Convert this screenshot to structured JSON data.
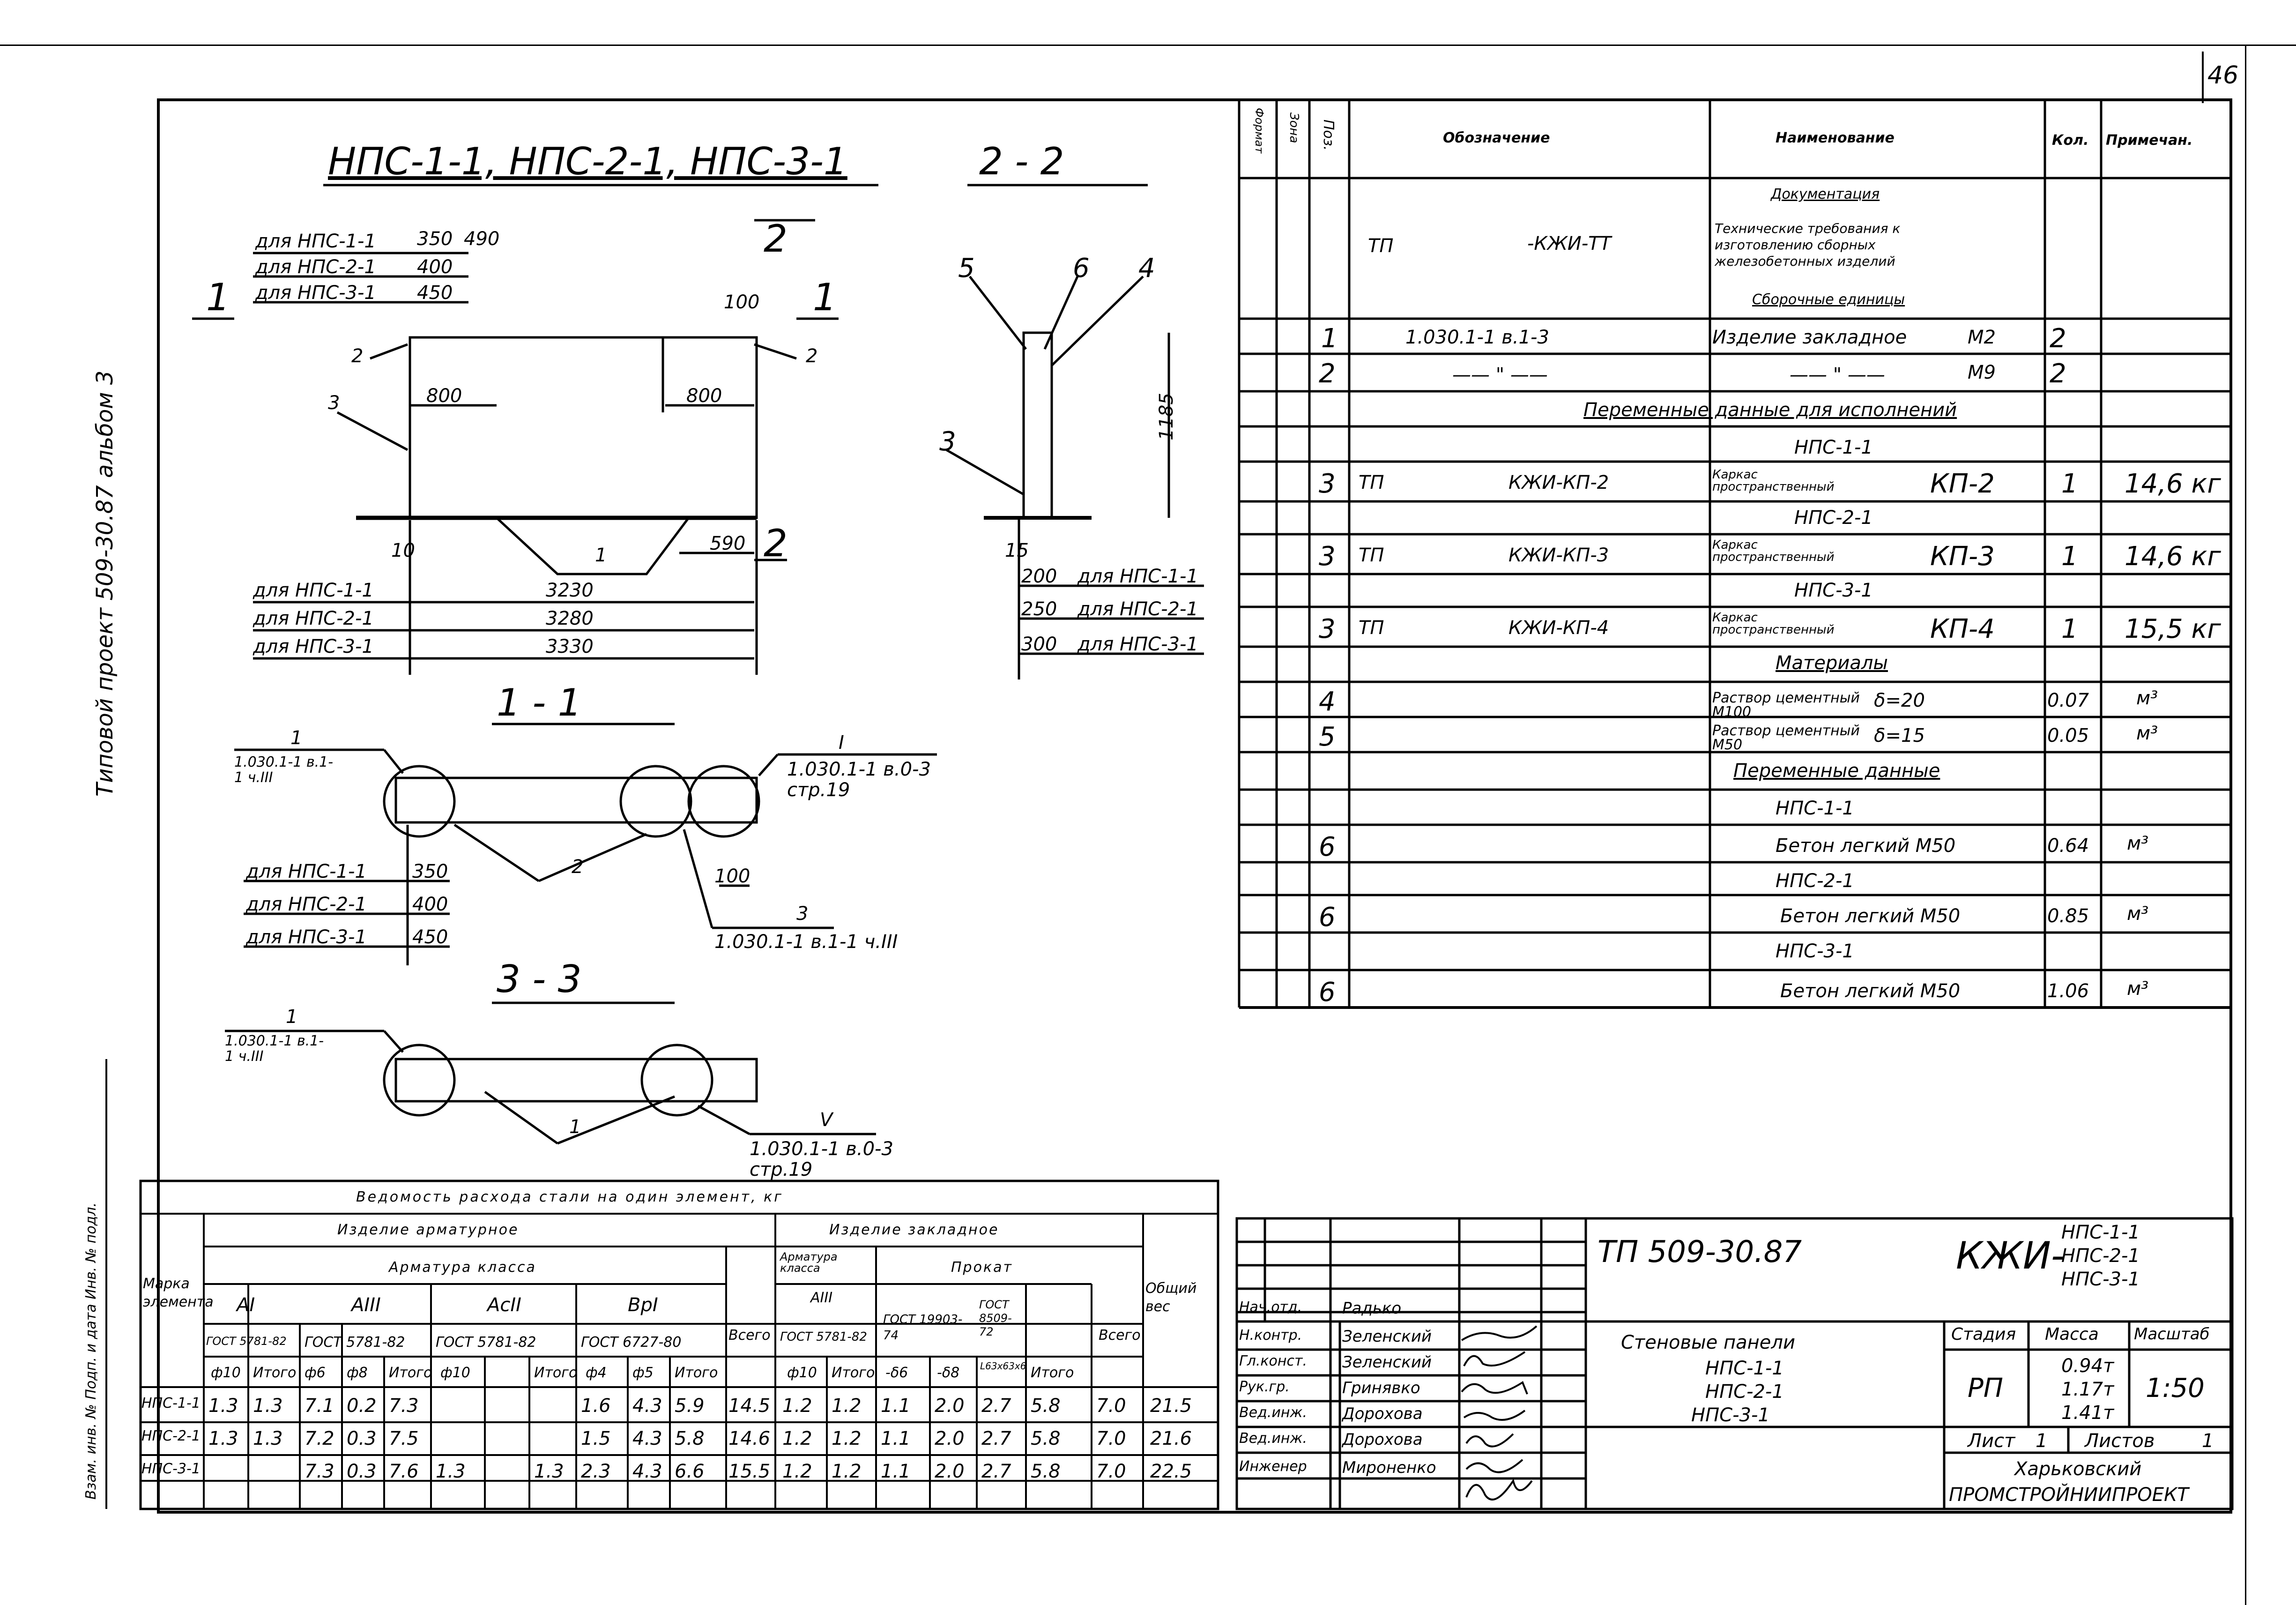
{
  "sheet_number": "46",
  "side_album": "Типовой проект 509-30.87  альбом 3",
  "side_stamp": "Взам. инв. №  Подп. и дата  Инв. № подл.",
  "drawing": {
    "main_title": "НПС-1-1, НПС-2-1, НПС-3-1",
    "section_22_title": "2 - 2",
    "section_11_title": "1 - 1",
    "section_33_title": "3 - 3",
    "marker_1": "1",
    "marker_2": "2",
    "rows_top": [
      "для НПС-1-1",
      "для НПС-2-1",
      "для НПС-3-1"
    ],
    "top_dims": [
      "350",
      "490",
      "400",
      "450"
    ],
    "dim_100": "100",
    "dim_800a": "800",
    "dim_800b": "800",
    "dim_10": "10",
    "dim_590": "590",
    "rows_len": [
      "для НПС-1-1",
      "для НПС-2-1",
      "для НПС-3-1"
    ],
    "len_dims": [
      "3230",
      "3280",
      "3330"
    ],
    "pos_1": "1",
    "pos_2": "2",
    "pos_3": "3",
    "pos_4": "4",
    "pos_5": "5",
    "pos_6": "6",
    "dim_1185": "1185",
    "dim_15": "15",
    "sec22_rows": [
      "для НПС-1-1",
      "для НПС-2-1",
      "для НПС-3-1"
    ],
    "sec22_dims": [
      "200",
      "250",
      "300"
    ],
    "sec11_ref_left": "1.030.1-1 в.1-1 ч.III",
    "sec11_ref_right": "1.030.1-1 в.0-3 стр.19",
    "sec11_ref_right_pos": "I",
    "sec11_rows": [
      "для НПС-1-1",
      "для НПС-2-1",
      "для НПС-3-1"
    ],
    "sec11_dims": [
      "350",
      "400",
      "450"
    ],
    "sec11_dim_100": "100",
    "sec11_ref_bottom": "1.030.1-1 в.1-1 ч.III",
    "sec33_ref_left": "1.030.1-1 в.1-1 ч.III",
    "sec33_ref_right_pos": "V",
    "sec33_ref_right": "1.030.1-1 в.0-3 стр.19"
  },
  "spec": {
    "headers": [
      "Формат",
      "Зона",
      "Поз.",
      "Обозначение",
      "Наименование",
      "Кол.",
      "Примечан."
    ],
    "documentation": "Документация",
    "doc_code_prefix": "ТП",
    "doc_code": "-КЖИ-ТТ",
    "doc_name": "Технические требования к изготовлению сборных железобетонных изделий",
    "assembly_units": "Сборочные единицы",
    "rows": [
      {
        "pos": "1",
        "code": "1.030.1-1 в.1-3",
        "name": "Изделие закладное",
        "mark": "М2",
        "qty": "2",
        "note": ""
      },
      {
        "pos": "2",
        "code": "—— \" ——",
        "name": "—— \" ——",
        "mark": "М9",
        "qty": "2",
        "note": ""
      }
    ],
    "variable_data": "Переменные данные для исполнений",
    "v1": "НПС-1-1",
    "r3a": {
      "pos": "3",
      "tp": "ТП",
      "code": "КЖИ-КП-2",
      "name": "Каркас пространственный",
      "mark": "КП-2",
      "qty": "1",
      "note": "14,6 кг"
    },
    "v2": "НПС-2-1",
    "r3b": {
      "pos": "3",
      "tp": "ТП",
      "code": "КЖИ-КП-3",
      "name": "Каркас пространственный",
      "mark": "КП-3",
      "qty": "1",
      "note": "14,6 кг"
    },
    "v3": "НПС-3-1",
    "r3c": {
      "pos": "3",
      "tp": "ТП",
      "code": "КЖИ-КП-4",
      "name": "Каркас пространственный",
      "mark": "КП-4",
      "qty": "1",
      "note": "15,5 кг"
    },
    "materials": "Материалы",
    "r4": {
      "pos": "4",
      "name": "Раствор цементный М100",
      "d": "δ=20",
      "qty": "0.07",
      "note": "м³"
    },
    "r5": {
      "pos": "5",
      "name": "Раствор цементный М50",
      "d": "δ=15",
      "qty": "0.05",
      "note": "м³"
    },
    "variable_data2": "Переменные данные",
    "w1": "НПС-1-1",
    "r6a": {
      "pos": "6",
      "name": "Бетон легкий М50",
      "qty": "0.64",
      "note": "м³"
    },
    "w2": "НПС-2-1",
    "r6b": {
      "pos": "6",
      "name": "Бетон легкий М50",
      "qty": "0.85",
      "note": "м³"
    },
    "w3": "НПС-3-1",
    "r6c": {
      "pos": "6",
      "name": "Бетон легкий М50",
      "qty": "1.06",
      "note": "м³"
    }
  },
  "steel": {
    "title": "Ведомость расхода стали на один элемент, кг",
    "mark_header": "Марка элемента",
    "rebar_header": "Изделие арматурное",
    "rebar_class": "Арматура класса",
    "embed_header": "Изделие закладное",
    "embed_class": "Арматура класса",
    "prokat": "Прокат",
    "total_weight": "Общий вес",
    "classes": [
      "AI",
      "AIII",
      "AcII",
      "BpI",
      "AIII"
    ],
    "gosts": [
      "ГОСТ 5781-82",
      "ГОСТ 5781-82",
      "ГОСТ 5781-82",
      "ГОСТ 6727-80",
      "ГОСТ 5781-82",
      "ГОСТ 19903-74",
      "ГОСТ 8509-72"
    ],
    "vsego": "Всего",
    "sub": [
      "ф10",
      "Итого",
      "ф6",
      "ф8",
      "Итого",
      "ф10",
      "",
      "Итого",
      "ф4",
      "ф5",
      "Итого",
      "",
      "ф10",
      "Итого",
      "-δ6",
      "-δ8",
      "L63x63x6",
      "Итого",
      "",
      ""
    ],
    "rows": [
      [
        "НПС-1-1",
        "1.3",
        "1.3",
        "7.1",
        "0.2",
        "7.3",
        "",
        "",
        "",
        "1.6",
        "4.3",
        "5.9",
        "14.5",
        "1.2",
        "1.2",
        "1.1",
        "2.0",
        "2.7",
        "5.8",
        "7.0",
        "21.5"
      ],
      [
        "НПС-2-1",
        "1.3",
        "1.3",
        "7.2",
        "0.3",
        "7.5",
        "",
        "",
        "",
        "1.5",
        "4.3",
        "5.8",
        "14.6",
        "1.2",
        "1.2",
        "1.1",
        "2.0",
        "2.7",
        "5.8",
        "7.0",
        "21.6"
      ],
      [
        "НПС-3-1",
        "",
        "",
        "7.3",
        "0.3",
        "7.6",
        "1.3",
        "",
        "1.3",
        "2.3",
        "4.3",
        "6.6",
        "15.5",
        "1.2",
        "1.2",
        "1.1",
        "2.0",
        "2.7",
        "5.8",
        "7.0",
        "22.5"
      ]
    ]
  },
  "title_block": {
    "project": "ТП  509-30.87",
    "code": "КЖИ-",
    "variants": [
      "НПС-1-1",
      "НПС-2-1",
      "НПС-3-1"
    ],
    "people": [
      {
        "role": "Нач.отд.",
        "name": "Радько"
      },
      {
        "role": "Н.контр.",
        "name": "Зеленский"
      },
      {
        "role": "Гл.конст.",
        "name": "Зеленский"
      },
      {
        "role": "Рук.гр.",
        "name": "Гринявко"
      },
      {
        "role": "Вед.инж.",
        "name": "Дорохова"
      },
      {
        "role": "Вед.инж.",
        "name": "Дорохова"
      },
      {
        "role": "Инженер",
        "name": "Мироненко"
      }
    ],
    "name_lines": [
      "Стеновые панели",
      "НПС-1-1",
      "НПС-2-1",
      "НПС-3-1"
    ],
    "stage_h": "Стадия",
    "mass_h": "Масса",
    "scale_h": "Масштаб",
    "stage": "РП",
    "masses": [
      "0.94т",
      "1.17т",
      "1.41т"
    ],
    "scale": "1:50",
    "sheet": "Лист",
    "sheet_n": "1",
    "sheets": "Листов",
    "sheets_n": "1",
    "org": [
      "Харьковский",
      "ПРОМСТРОЙНИИПРОЕКТ"
    ]
  }
}
